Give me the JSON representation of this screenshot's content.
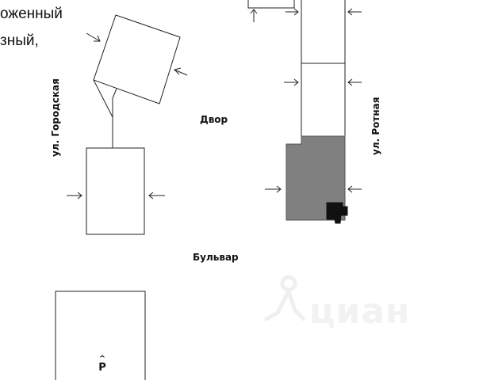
{
  "intro": {
    "line1": "оженный",
    "line2": "зный,"
  },
  "labels": {
    "street_left": "ул. Городская",
    "street_right": "ул. Ротная",
    "yard": "Двор",
    "boulevard": "Бульвар",
    "parking": "P"
  },
  "watermark": {
    "text": "циан",
    "icon": "cian-person-icon"
  },
  "colors": {
    "line": "#222222",
    "highlight_building": "#808080",
    "entrance_marker": "#111111",
    "watermark": "#f2f2f2"
  }
}
